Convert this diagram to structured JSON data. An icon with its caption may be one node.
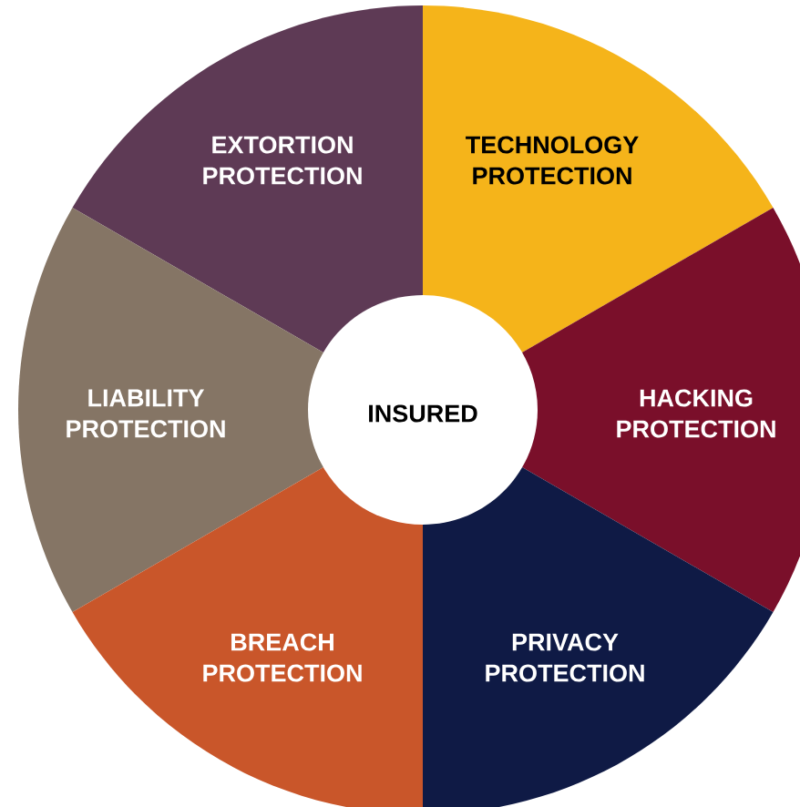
{
  "diagram": {
    "nodes": [
      {
        "text": [
          "EXTORTION PROTECTION"
        ]
      },
      {
        "text": [
          "TECHNOLOGY PROTECTION"
        ]
      },
      {
        "text": [
          "LIABILITY PROTECTION"
        ]
      },
      {
        "text": [
          "INSURED"
        ]
      },
      {
        "text": [
          "HACKING PROTECTION"
        ]
      },
      {
        "text": [
          "BREACH PROTECTION"
        ]
      },
      {
        "text": [
          "PRIVACY PROTECTION"
        ]
      }
    ]
  }
}
